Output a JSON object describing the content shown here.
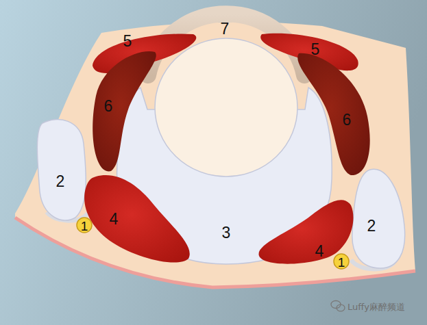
{
  "diagram": {
    "labels": [
      "5",
      "7",
      "5",
      "6",
      "6",
      "2",
      "2",
      "1",
      "4",
      "3",
      "4",
      "1",
      "Luffy麻醉频道"
    ]
  }
}
